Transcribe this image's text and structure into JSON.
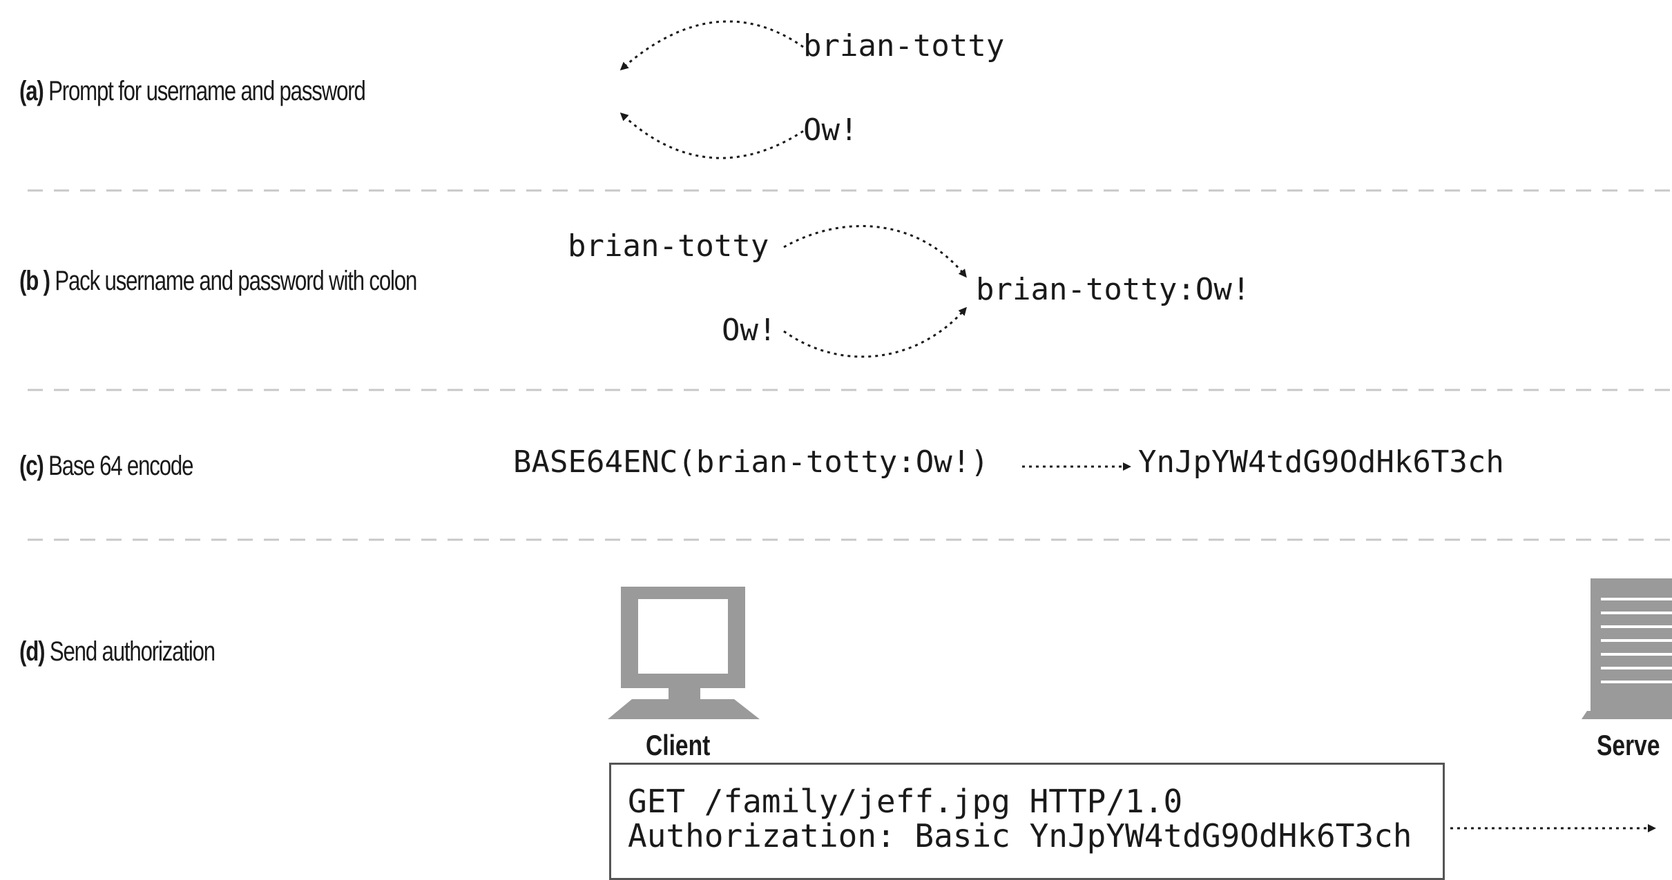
{
  "steps": {
    "a": {
      "letter": "(a)",
      "text": "Prompt for username and password",
      "username": "brian-totty",
      "password": "Ow!"
    },
    "b": {
      "letter": "(b )",
      "text": "Pack username and password with colon",
      "username": "brian-totty",
      "password": "Ow!",
      "packed": "brian-totty:Ow!"
    },
    "c": {
      "letter": "(c)",
      "text": "Base 64 encode",
      "input": "BASE64ENC(brian-totty:Ow!)",
      "output": "YnJpYW4tdG9OdHk6T3ch"
    },
    "d": {
      "letter": "(d)",
      "text": "Send authorization",
      "client_label": "Client",
      "server_label": "Serve",
      "request_line": "GET /family/jeff.jpg HTTP/1.0",
      "auth_line": "Authorization: Basic YnJpYW4tdG9OdHk6T3ch"
    }
  },
  "icons": {
    "client": "computer-monitor-icon",
    "server": "server-rack-icon"
  },
  "colors": {
    "ink": "#1a1a1a",
    "icon_gray": "#9a9a9a",
    "separator": "#c8c8c8"
  }
}
